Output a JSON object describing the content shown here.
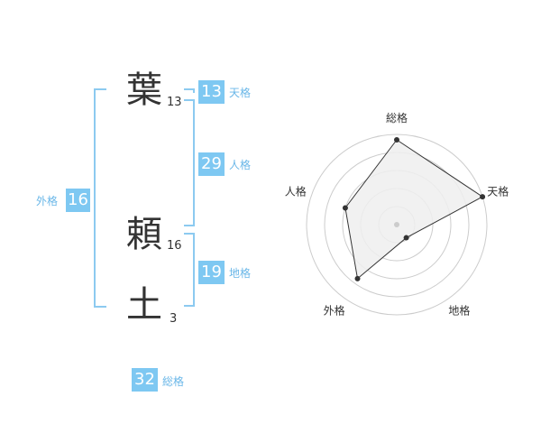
{
  "name": {
    "characters": [
      {
        "kanji": "葉",
        "strokes": "13"
      },
      {
        "kanji": "頼",
        "strokes": "16"
      },
      {
        "kanji": "土",
        "strokes": "3"
      }
    ]
  },
  "fortune": {
    "tenkaku": {
      "value": "13",
      "label": "天格"
    },
    "jinkaku": {
      "value": "29",
      "label": "人格"
    },
    "chikaku": {
      "value": "19",
      "label": "地格"
    },
    "gaikaku": {
      "value": "16",
      "label": "外格"
    },
    "soukaku": {
      "value": "32",
      "label": "総格"
    }
  },
  "chart_data": {
    "type": "radar",
    "axes": [
      "総格",
      "天格",
      "地格",
      "外格",
      "人格"
    ],
    "values": [
      4.7,
      5.0,
      0.9,
      3.7,
      3.0
    ],
    "max": 5,
    "rings": 5,
    "colors": {
      "fill": "#eeeeee",
      "line": "#333333",
      "grid": "#cccccc",
      "center": "#cccccc"
    }
  }
}
